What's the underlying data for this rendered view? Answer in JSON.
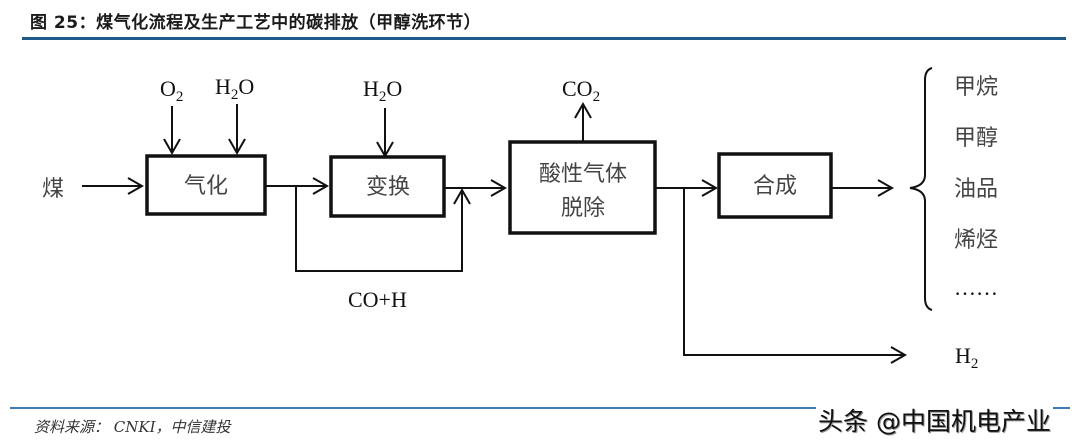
{
  "figure": {
    "title": "图 25：煤气化流程及生产工艺中的碳排放（甲醇洗环节）",
    "source": "资料来源： CNKI，中信建投",
    "watermark": "头条 @中国机电产业"
  },
  "colors": {
    "rule": "#1f5a8c",
    "line": "#111111",
    "label": "#444444"
  },
  "diagram": {
    "input": "煤",
    "inputs_gasification": [
      {
        "base": "O",
        "sub": "2",
        "tail": ""
      },
      {
        "base": "H",
        "sub": "2",
        "tail": "O"
      }
    ],
    "input_shift": {
      "base": "H",
      "sub": "2",
      "tail": "O"
    },
    "output_acid": {
      "base": "CO",
      "sub": "2",
      "tail": ""
    },
    "boxes": {
      "gasification": "气化",
      "shift": "变换",
      "acid_removal_line1": "酸性气体",
      "acid_removal_line2": "脱除",
      "synthesis": "合成"
    },
    "bypass_label": "CO+H",
    "products": [
      "甲烷",
      "甲醇",
      "油品",
      "烯烃",
      "……"
    ],
    "h2_output": {
      "base": "H",
      "sub": "2",
      "tail": ""
    }
  }
}
